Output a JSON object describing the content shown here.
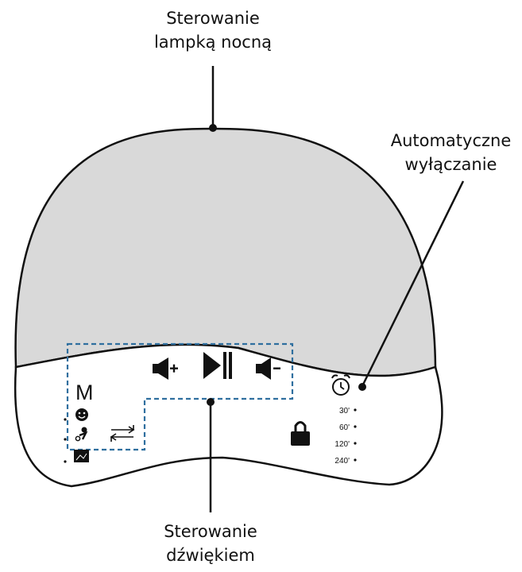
{
  "callouts": {
    "night_light": [
      "Sterowanie",
      "lampką nocną"
    ],
    "auto_off": [
      "Automatyczne",
      "wyłączanie"
    ],
    "sound": [
      "Sterowanie",
      "dźwiękiem"
    ]
  },
  "panel": {
    "mode_label": "M",
    "timer_options": [
      "30'",
      "60'",
      "120'",
      "240'"
    ]
  },
  "icons": [
    "volume-up-icon",
    "play-pause-icon",
    "volume-down-icon",
    "mode-m-icon",
    "smiley-icon",
    "baby-icon",
    "picture-icon",
    "repeat-icon",
    "lock-icon",
    "alarm-clock-icon"
  ],
  "colors": {
    "dome_fill": "#d9d9d9",
    "outline": "#111111",
    "sound_zone_border": "#2f6f9f"
  }
}
